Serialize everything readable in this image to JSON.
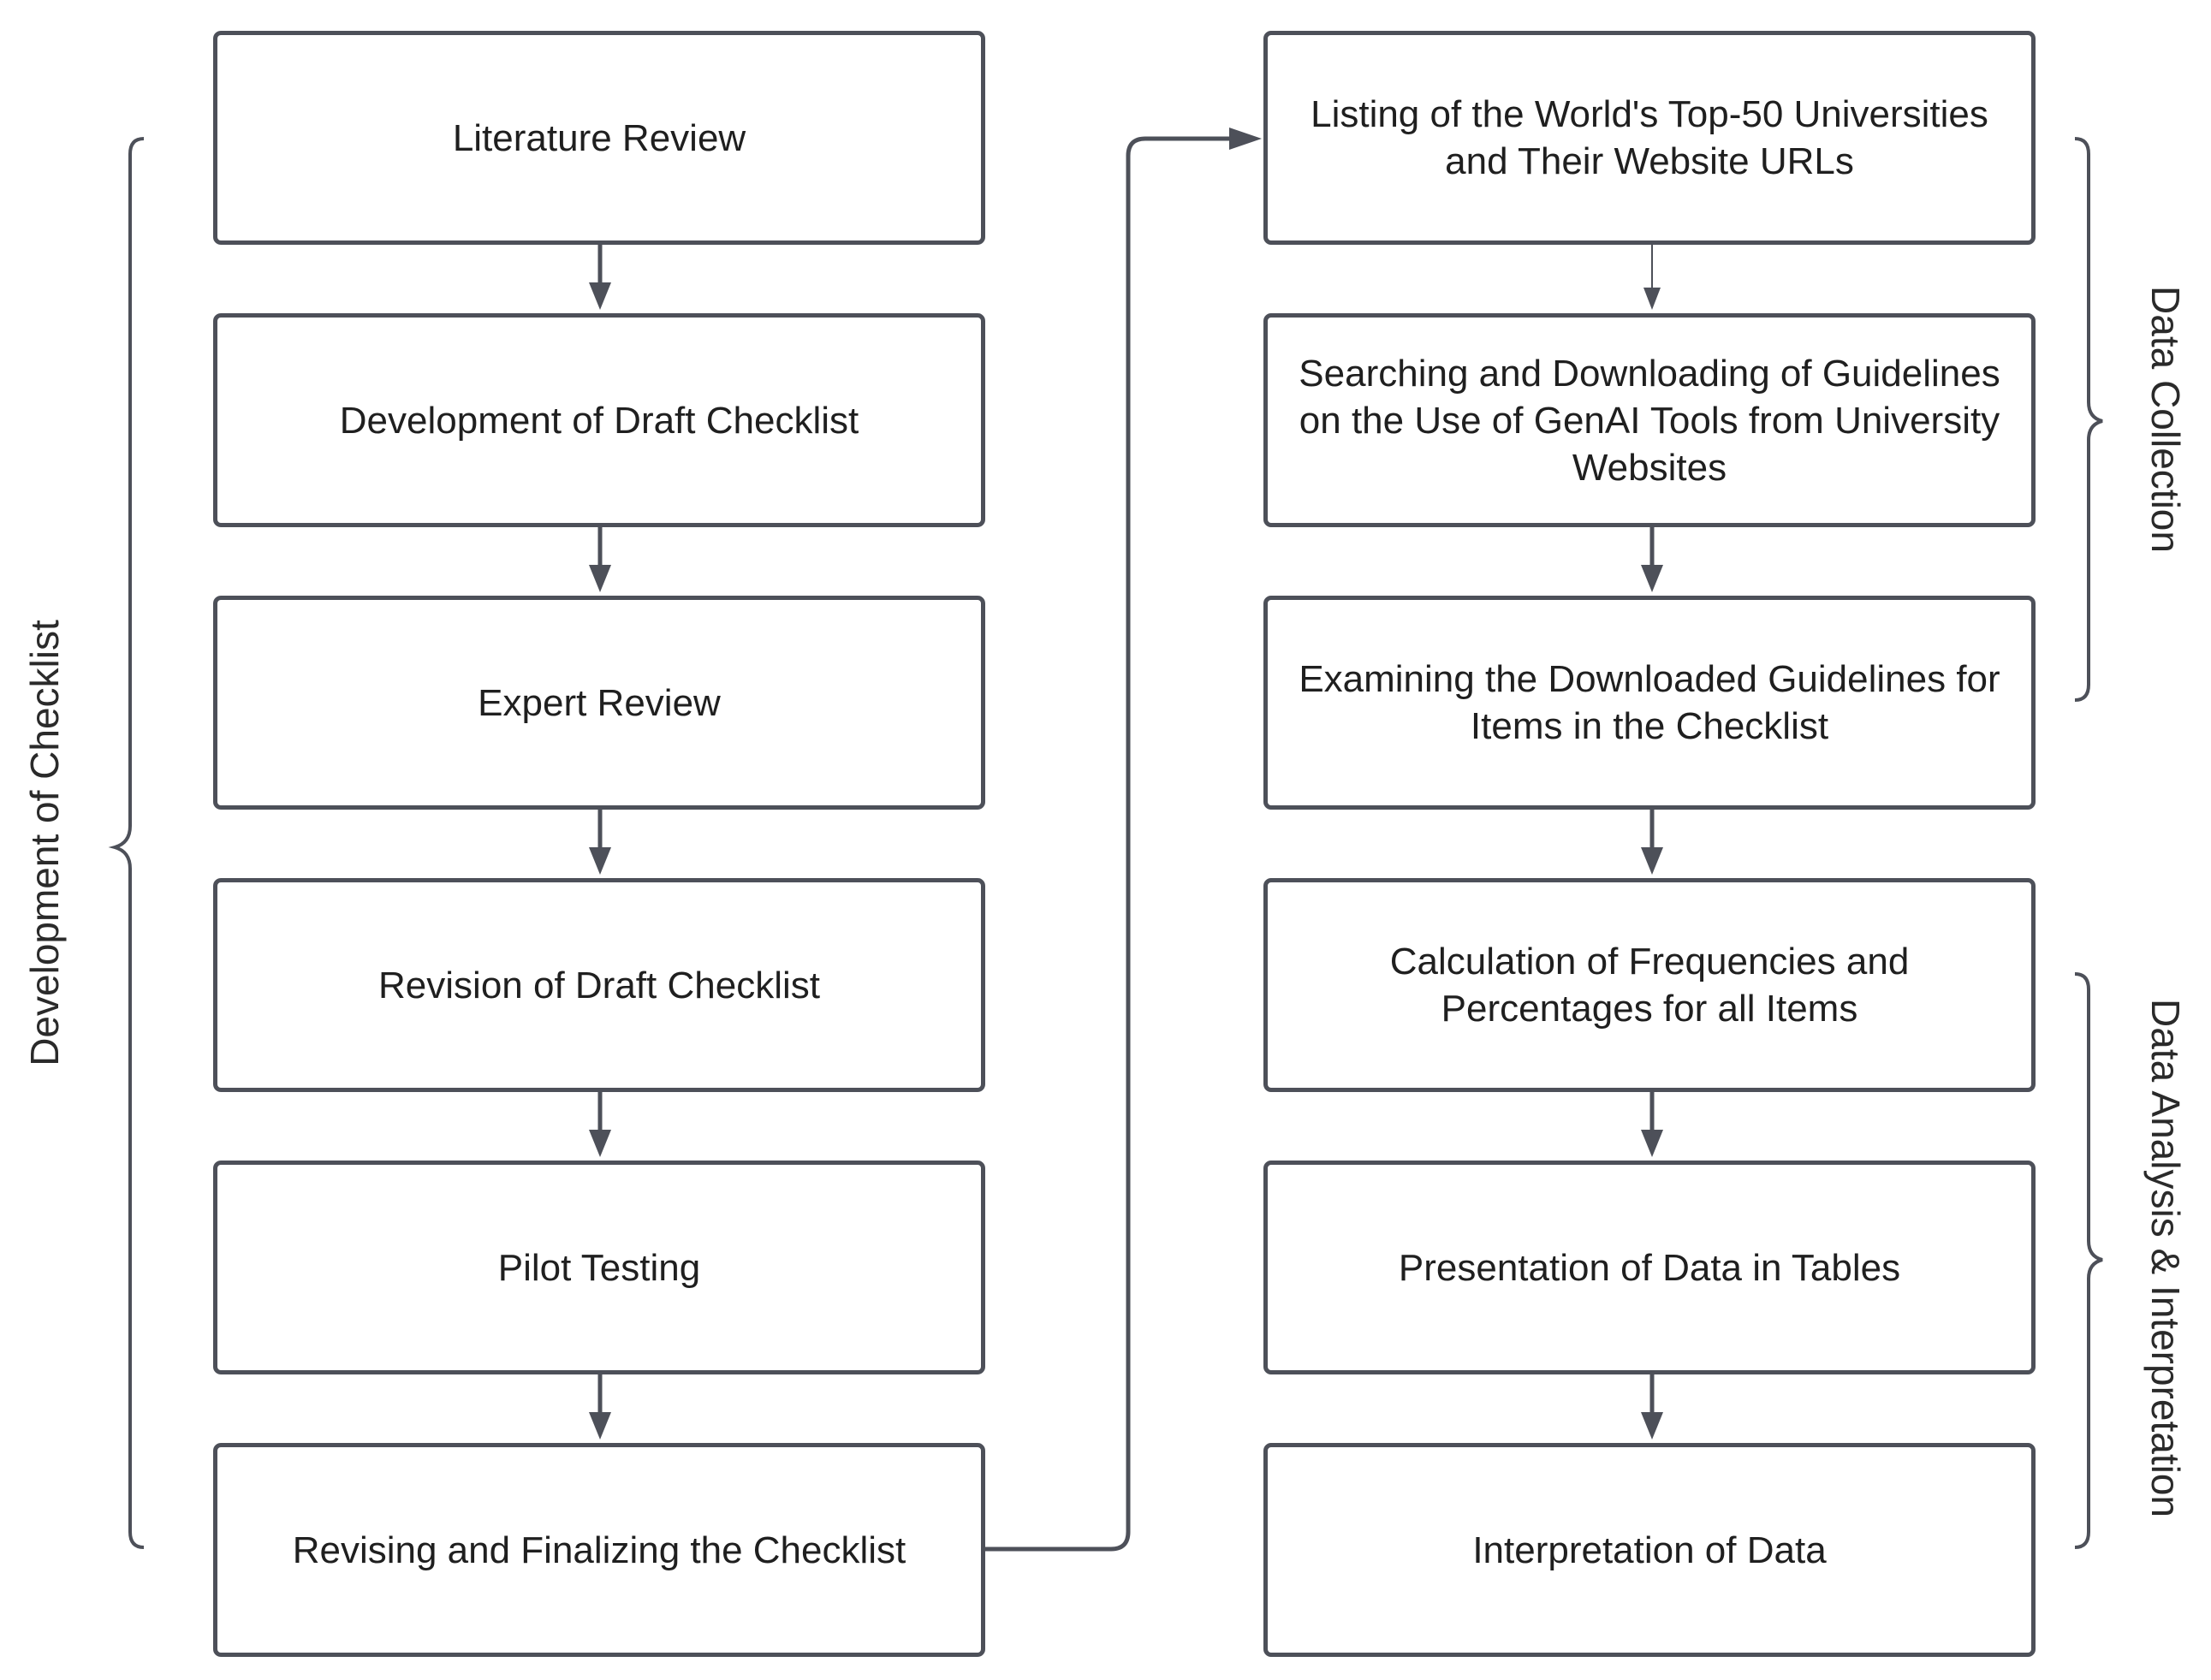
{
  "diagram": {
    "left_steps": [
      "Literature Review",
      "Development of Draft Checklist",
      "Expert Review",
      "Revision of Draft Checklist",
      "Pilot Testing",
      "Revising and Finalizing the Checklist"
    ],
    "right_steps": [
      "Listing of the World's Top-50 Universities and Their Website URLs",
      "Searching and Downloading of Guidelines on the Use of GenAI Tools from University Websites",
      "Examining the Downloaded Guidelines for Items in the Checklist",
      "Calculation of Frequencies and Percentages for all Items",
      "Presentation of Data in Tables",
      "Interpretation of Data"
    ],
    "groups": {
      "development": "Development of Checklist",
      "collection": "Data Collection",
      "analysis": "Data Analysis & Interpretation"
    },
    "colors": {
      "stroke": "#4d5059",
      "text": "#1f1f1f",
      "background": "#ffffff"
    }
  }
}
